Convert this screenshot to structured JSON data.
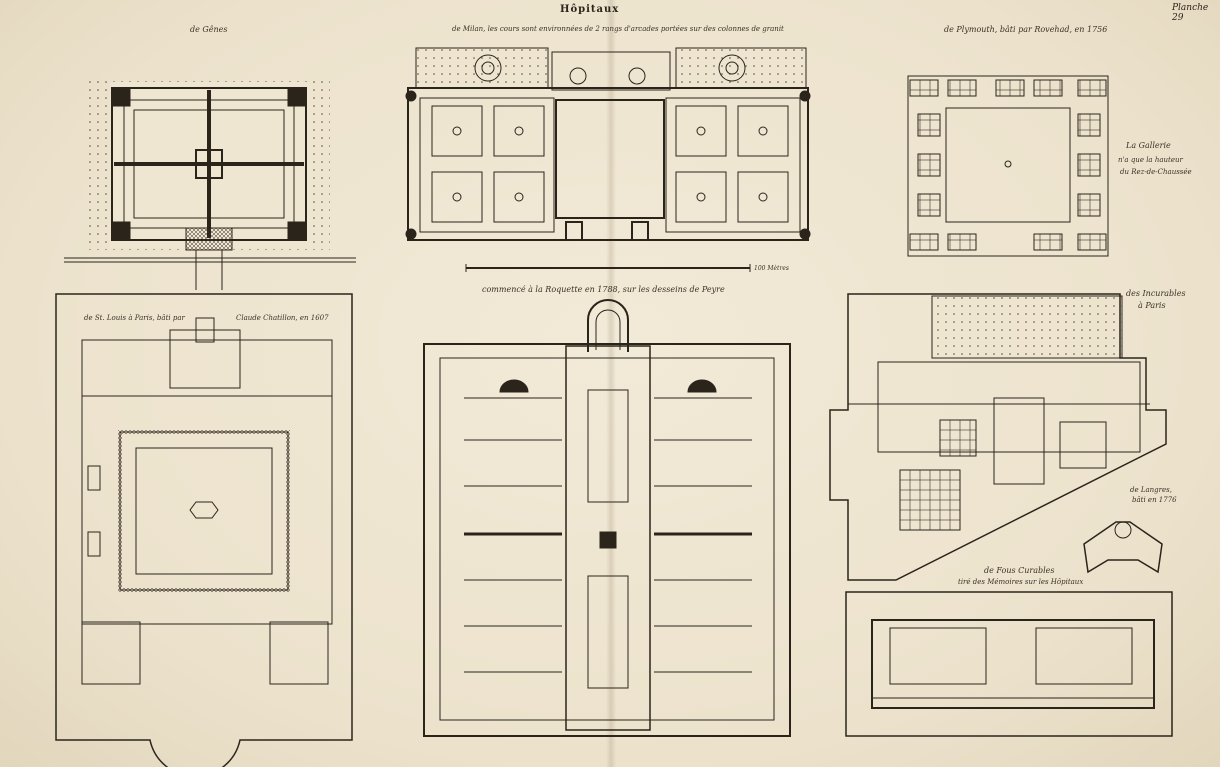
{
  "plate": {
    "title": "Hôpitaux",
    "number": "Planche 29"
  },
  "captions": {
    "genes": "de Gênes",
    "milan": "de Milan, les cours sont environnées de 2 rangs d'arcades portées sur des colonnes de granit",
    "plymouth": "de Plymouth, bâti par Rovehad, en 1756",
    "gallerie_1": "La Gallerie",
    "gallerie_2": "n'a que la hauteur",
    "gallerie_3": "du Rez-de-Chaussée",
    "scale": "100 Mètres",
    "roquette": "commencé à la Roquette en 1788, sur les desseins de Peyre",
    "stlouis_1": "de St. Louis à Paris, bâti par",
    "stlouis_2": "Claude Chatillon, en 1607",
    "incurables_1": "des Incurables",
    "incurables_2": "à Paris",
    "langres_1": "de Langres,",
    "langres_2": "bâti en 1776",
    "fous_1": "de Fous Curables",
    "fous_2": "tiré des Mémoires sur les Hôpitaux"
  }
}
